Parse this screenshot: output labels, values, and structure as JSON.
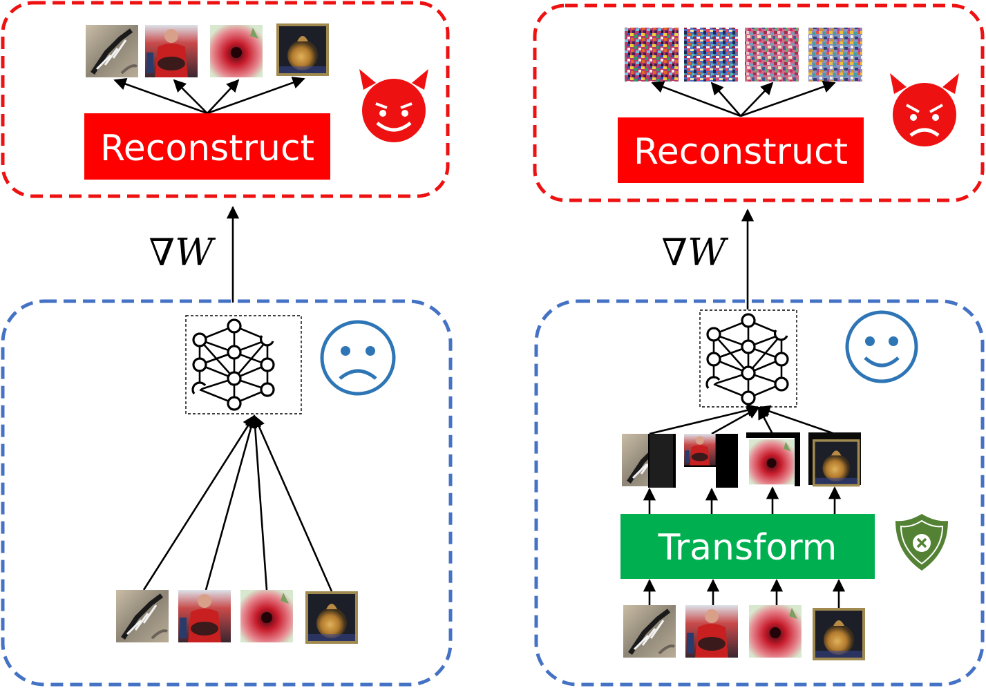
{
  "left_panel": {
    "reconstruct_label": "Reconstruct",
    "gradient_label": "∇W",
    "attacker_mood": "happy-devil-icon",
    "client_mood": "sad-face-icon"
  },
  "right_panel": {
    "reconstruct_label": "Reconstruct",
    "gradient_label": "∇W",
    "transform_label": "Transform",
    "attacker_mood": "angry-devil-icon",
    "client_mood": "smiley-face-icon",
    "defense_icon": "shield-x-icon"
  },
  "colors": {
    "attacker_border": "#ee1111",
    "client_border": "#4472c4",
    "reconstruct_fill": "#ff0000",
    "transform_fill": "#00b050",
    "shield": "#548235"
  }
}
